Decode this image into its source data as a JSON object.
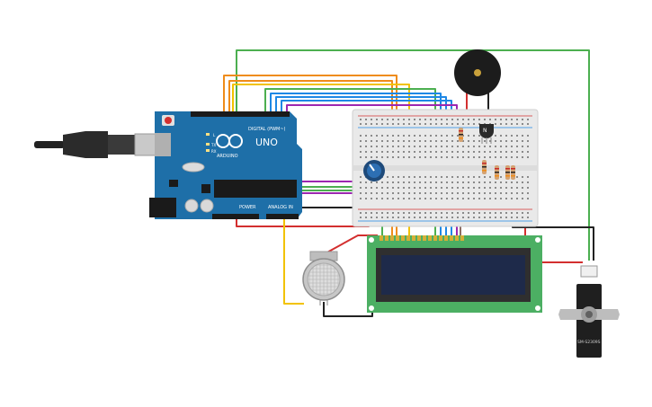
{
  "arduino": {
    "brand": "ARDUINO",
    "model": "UNO",
    "digital_label": "DIGITAL (PWM~)",
    "power_label": "POWER",
    "analog_label": "ANALOG IN",
    "tx_label": "TX",
    "rx_label": "RX",
    "l_label": "L"
  },
  "servo": {
    "model": "SM-S2309S"
  },
  "transistor": {
    "label": "N"
  },
  "colors": {
    "board": "#1e6fa8",
    "breadboard": "#e9e9e9",
    "lcd_pcb": "#4caf63",
    "lcd_screen": "#1e2a4a",
    "wire_red": "#d32f2f",
    "wire_black": "#222222",
    "wire_green": "#4caf50",
    "wire_orange": "#ef8c1a",
    "wire_yellow": "#f2c200",
    "wire_blue": "#1e88e5",
    "wire_purple": "#9c27b0"
  },
  "components": [
    "usb-cable",
    "arduino-uno",
    "breadboard",
    "potentiometer",
    "piezo-buzzer",
    "npn-transistor",
    "resistors",
    "gas-sensor",
    "lcd-16x2",
    "micro-servo"
  ]
}
